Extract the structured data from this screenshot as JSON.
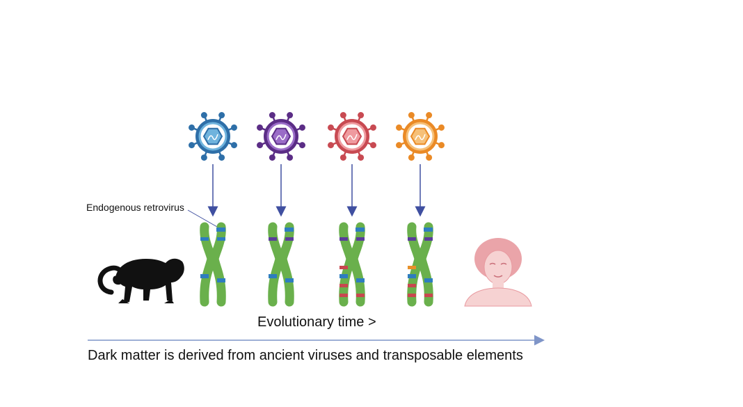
{
  "labels": {
    "endogenous": "Endogenous retrovirus",
    "time": "Evolutionary time >",
    "caption": "Dark matter is derived from ancient viruses and transposable elements"
  },
  "colors": {
    "arrow": "#3f4fa0",
    "timeline": "#7f95c8",
    "chromosome": "#6ab04c",
    "chromosome_dark": "#4e8f35",
    "band_blue": "#2e7dbf",
    "band_purple": "#5a3d9a",
    "band_red": "#c8474f",
    "band_orange": "#e8902a",
    "primate": "#111111",
    "human": "#e89aa0"
  },
  "viruses": [
    {
      "name": "virus-blue",
      "color": "#2e6fa8",
      "light": "#6fb3dd"
    },
    {
      "name": "virus-purple",
      "color": "#5b2d86",
      "light": "#9a6cc7"
    },
    {
      "name": "virus-red",
      "color": "#c84a52",
      "light": "#ef9a9f"
    },
    {
      "name": "virus-orange",
      "color": "#ea8a26",
      "light": "#f6c078"
    }
  ],
  "chromosomes": [
    {
      "name": "chromosome-1",
      "bands": [
        "band_blue",
        "band_blue",
        "band_blue",
        "band_blue"
      ],
      "extra": []
    },
    {
      "name": "chromosome-2",
      "bands": [
        "band_blue",
        "band_purple",
        "band_blue",
        "band_blue"
      ],
      "extra": []
    },
    {
      "name": "chromosome-3",
      "bands": [
        "band_blue",
        "band_purple",
        "band_blue",
        "band_blue"
      ],
      "extra": [
        "band_red",
        "band_red"
      ]
    },
    {
      "name": "chromosome-4",
      "bands": [
        "band_blue",
        "band_purple",
        "band_blue",
        "band_blue"
      ],
      "extra": [
        "band_orange",
        "band_red"
      ]
    }
  ]
}
